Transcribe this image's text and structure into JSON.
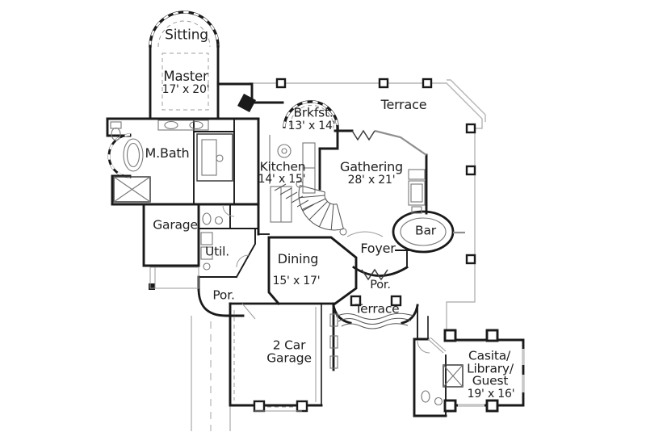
{
  "theme": {
    "bg": "#ffffff",
    "wall": "#1a1a1a",
    "window": "#8f8f8f",
    "terrace": "#b5b5b5",
    "fixture": "#777777",
    "dashline": "#9c9c9c",
    "text": "#202020"
  },
  "plan": {
    "type": "architectural-first-floor-plan",
    "rooms": [
      {
        "name": "Sitting"
      },
      {
        "name": "Master",
        "dims": "17' x 20'"
      },
      {
        "name": "M.Bath"
      },
      {
        "name": "Brkfst.",
        "dims": "13' x 14'"
      },
      {
        "name": "Terrace"
      },
      {
        "name": "Kitchen",
        "dims": "14' x 15'"
      },
      {
        "name": "Gathering",
        "dims": "28' x 21'"
      },
      {
        "name": "Garage"
      },
      {
        "name": "Util."
      },
      {
        "name": "Dining",
        "dims": "15' x 17'"
      },
      {
        "name": "Foyer"
      },
      {
        "name": "Bar"
      },
      {
        "name": "Por."
      },
      {
        "name": "Terrace"
      },
      {
        "name": "Por."
      },
      {
        "line1": "2 Car",
        "line2": "Garage"
      },
      {
        "line1": "Casita/",
        "line2": "Library/",
        "line3": "Guest",
        "dims": "19' x 16'"
      }
    ]
  }
}
